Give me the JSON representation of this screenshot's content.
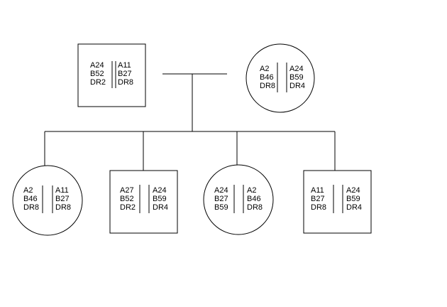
{
  "pedigree": {
    "members": [
      {
        "role": "father",
        "shape": "square",
        "hap1": [
          "A24",
          "B52",
          "DR2"
        ],
        "hap2": [
          "A11",
          "B27",
          "DR8"
        ]
      },
      {
        "role": "mother",
        "shape": "circle",
        "hap1": [
          "A2",
          "B46",
          "DR8"
        ],
        "hap2": [
          "A24",
          "B59",
          "DR4"
        ]
      },
      {
        "role": "child",
        "shape": "circle",
        "hap1": [
          "A2",
          "B46",
          "DR8"
        ],
        "hap2": [
          "A11",
          "B27",
          "DR8"
        ]
      },
      {
        "role": "child",
        "shape": "square",
        "hap1": [
          "A27",
          "B52",
          "DR2"
        ],
        "hap2": [
          "A24",
          "B59",
          "DR4"
        ]
      },
      {
        "role": "child",
        "shape": "circle",
        "hap1": [
          "A24",
          "B27",
          "B59"
        ],
        "hap2": [
          "A2",
          "B46",
          "DR8"
        ]
      },
      {
        "role": "child",
        "shape": "square",
        "hap1": [
          "A11",
          "B27",
          "DR8"
        ],
        "hap2": [
          "A24",
          "B59",
          "DR4"
        ]
      }
    ],
    "colors": {
      "line": "#000000",
      "background": "#ffffff"
    }
  }
}
